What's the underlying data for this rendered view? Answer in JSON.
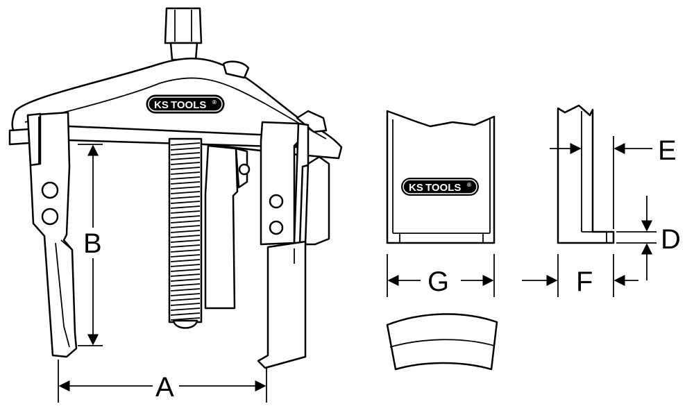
{
  "brand": {
    "ks": "KS",
    "tools": "TOOLS",
    "reg": "®"
  },
  "labels": {
    "a": "A",
    "b": "B",
    "d": "D",
    "e": "E",
    "f": "F",
    "g": "G"
  }
}
